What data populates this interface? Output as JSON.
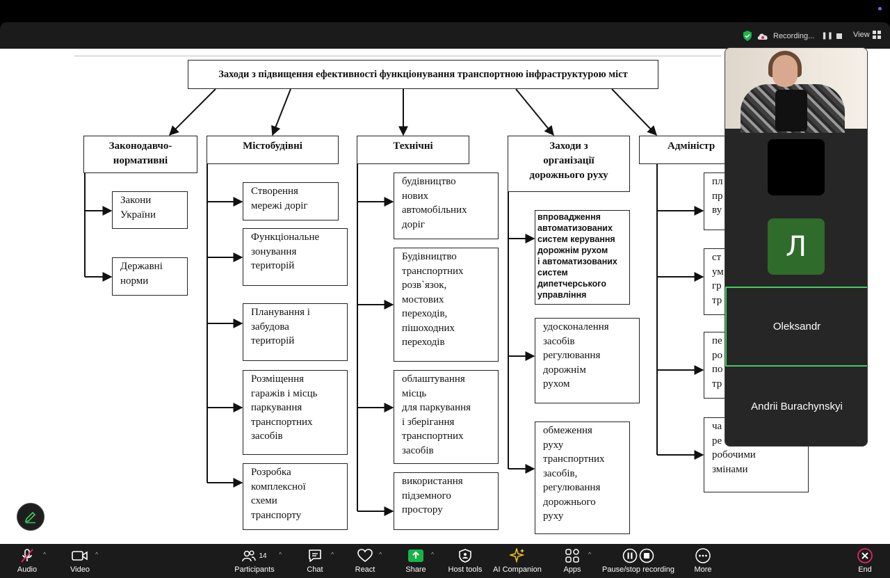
{
  "recording": {
    "label": "Recording..."
  },
  "view": {
    "label": "View"
  },
  "diagram": {
    "title": "Заходи з підвищення ефективності функціонування транспортною інфраструктурою міст",
    "categories": [
      {
        "label": "Законодавчо-\nнормативні"
      },
      {
        "label": "Містобудівні"
      },
      {
        "label": "Технічні"
      },
      {
        "label": "Заходи з\nорганізації\nдорожнього руху"
      },
      {
        "label": "Адміністр"
      }
    ],
    "legal": [
      "Закони\nУкраїни",
      "Державні\nнорми"
    ],
    "urban": [
      "Створення\nмережі доріг",
      "Функціональне\nзонування\nтериторій",
      "Планування і\nзабудова\nтериторій",
      "Розміщення\nгаражів і місць\nпаркування\nтранспортних\nзасобів",
      "Розробка\nкомплексної\nсхеми\nтранспорту"
    ],
    "technical": [
      "будівництво\nнових\nавтомобільних\nдоріг",
      "Будівництво\n транспортних\nрозв`язок,\nмостових\nпереходів,\n пішоходних\nпереходів",
      "облаштування\nмісць\nдля паркування\nі зберігання\n транспортних\nзасобів",
      "використання\nпідземного\nпростору"
    ],
    "traffic": [
      "впровадження\nавтоматизованих\nсистем керування\nдорожнім рухом\nі автоматизованих\nсистем\nдипетчерського\nуправління",
      "удосконалення\nзасобів\nрегулювання\nдорожнім\nрухом",
      "обмеження\nруху\nтранспортних\nзасобів,\nрегулювання\nдорожнього\nруху"
    ],
    "admin": [
      "пл\nпр\nву",
      "ст\nум\nгр\nтр",
      "пе\nро\nпо\nтр",
      "ча\nре\nробочими\nзмінами"
    ]
  },
  "participants_panel": {
    "avatar_letter": "Л",
    "active_name": "Oleksandr",
    "second_name": "Andrii Burachynskyi"
  },
  "toolbar": {
    "audio": "Audio",
    "video": "Video",
    "participants": "Participants",
    "participants_count": "14",
    "chat": "Chat",
    "react": "React",
    "share": "Share",
    "host_tools": "Host tools",
    "ai_companion": "AI Companion",
    "apps": "Apps",
    "recording": "Pause/stop recording",
    "more": "More",
    "end": "End"
  },
  "colors": {
    "accent_green": "#3fce5e",
    "share_green": "#19b34a",
    "end_red": "#e0245e",
    "ai_yellow": "#f5c518",
    "avatar_green": "#2f6b2b"
  }
}
